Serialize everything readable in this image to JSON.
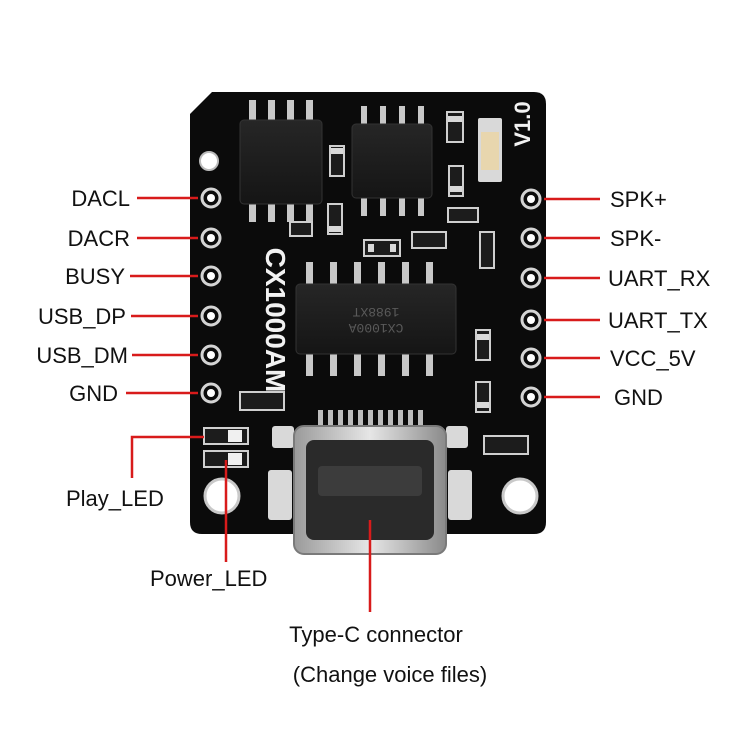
{
  "board": {
    "model": "CX1000AM",
    "version": "V1.0",
    "chip_marking_line1": "CX1000A",
    "chip_marking_line2": "1988XT"
  },
  "colors": {
    "board": "#0b0b0b",
    "leader_line": "#d81b1b",
    "pad": "#d4d4d4",
    "label": "#111111"
  },
  "left_pins": [
    {
      "label": "DACL"
    },
    {
      "label": "DACR"
    },
    {
      "label": "BUSY"
    },
    {
      "label": "USB_DP"
    },
    {
      "label": "USB_DM"
    },
    {
      "label": "GND"
    }
  ],
  "right_pins": [
    {
      "label": "SPK+"
    },
    {
      "label": "SPK-"
    },
    {
      "label": "UART_RX"
    },
    {
      "label": "UART_TX"
    },
    {
      "label": "VCC_5V"
    },
    {
      "label": "GND"
    }
  ],
  "leds": {
    "play_label": "Play_LED",
    "power_label": "Power_LED"
  },
  "connector": {
    "label_line1": "Type-C connector",
    "label_line2": "(Change voice files)"
  }
}
